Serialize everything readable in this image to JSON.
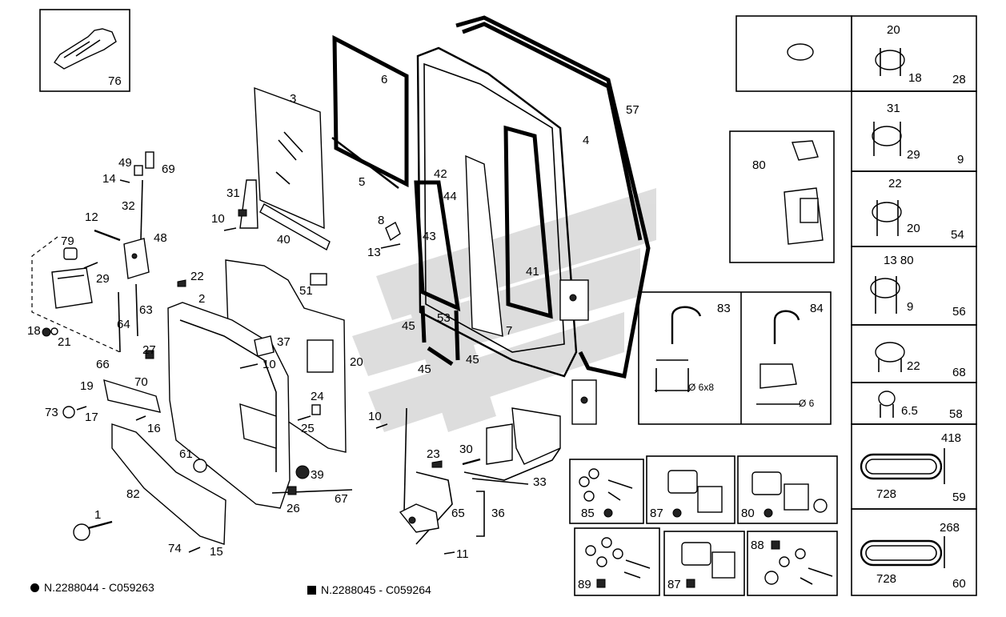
{
  "labels": {
    "p76": "76",
    "p3": "3",
    "p6": "6",
    "p57": "57",
    "p4": "4",
    "p5": "5",
    "p49": "49",
    "p69": "69",
    "p14": "14",
    "p31": "31",
    "p32": "32",
    "p10a": "10",
    "p12": "12",
    "p48": "48",
    "p40": "40",
    "p42": "42",
    "p44": "44",
    "p8": "8",
    "p13": "13",
    "p43": "43",
    "p79": "79",
    "p29": "29",
    "p22a": "22",
    "p51": "51",
    "p41": "41",
    "p2": "2",
    "p63": "63",
    "p64": "64",
    "p18": "18",
    "p21": "21",
    "p45a": "45",
    "p53": "53",
    "p7": "7",
    "p37": "37",
    "p27": "27",
    "p10b": "10",
    "p20": "20",
    "p45b": "45",
    "p45c": "45",
    "p66": "66",
    "p70": "70",
    "p19": "19",
    "p73": "73",
    "p17": "17",
    "p16": "16",
    "p24": "24",
    "p25": "25",
    "p10c": "10",
    "p23": "23",
    "p30": "30",
    "p33": "33",
    "p61": "61",
    "p39": "39",
    "p82": "82",
    "p67": "67",
    "p26": "26",
    "p36": "36",
    "p65": "65",
    "p1": "1",
    "p74": "74",
    "p15": "15",
    "p11": "11",
    "p80a": "80",
    "p83": "83",
    "p84": "84",
    "p85": "85",
    "p87a": "87",
    "p80b": "80",
    "p89": "89",
    "p87b": "87",
    "p88": "88"
  },
  "hook_dims": {
    "d83": "Ø 6x8",
    "d84": "Ø 6"
  },
  "plugs": [
    {
      "top": "20",
      "bottom": "18",
      "ref": "28"
    },
    {
      "top": "31",
      "bottom": "29",
      "ref": "9"
    },
    {
      "top": "22",
      "bottom": "20",
      "ref": "54"
    },
    {
      "top": "13 80",
      "bottom": "9",
      "ref": "56"
    },
    {
      "top": "",
      "bottom": "22",
      "ref": "68"
    },
    {
      "top": "",
      "bottom": "6.5",
      "ref": "58"
    }
  ],
  "ovals": [
    {
      "width": "728",
      "height": "418",
      "ref": "59"
    },
    {
      "width": "728",
      "height": "268",
      "ref": "60"
    }
  ],
  "legend": {
    "circle_text": "N.2288044 - C059263",
    "square_text": "N.2288045 - C059264"
  }
}
